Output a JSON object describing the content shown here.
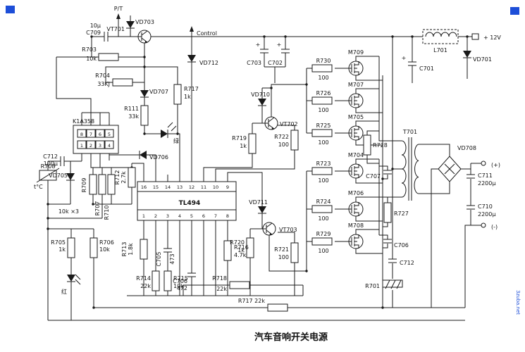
{
  "title": "汽车音响开关电源",
  "watermark": "3zuba.net",
  "colors": {
    "watermark_blue": "#1d4ed8",
    "ink": "#1a1a1a"
  },
  "labels": {
    "pt": "P/T",
    "control": "Control",
    "v12": "+ 12V",
    "out_pos": "(+)",
    "out_neg": "(-)",
    "green": "绿",
    "red": "红",
    "temp": "t°C",
    "tenk3": "10k ×3",
    "plus": "+"
  },
  "ics": {
    "k1a358": {
      "name": "K1A358",
      "pins_top": [
        "8",
        "7",
        "6",
        "5"
      ],
      "pins_bottom": [
        "1",
        "2",
        "3",
        "4"
      ]
    },
    "tl494": {
      "name": "TL494",
      "pins_top": [
        "16",
        "15",
        "14",
        "13",
        "12",
        "11",
        "10",
        "9"
      ],
      "pins_bottom": [
        "1",
        "2",
        "3",
        "4",
        "5",
        "6",
        "7",
        "8"
      ]
    }
  },
  "parts": {
    "vd703": "VD703",
    "c709": "C709",
    "c709_v": "10μ",
    "vt701": "VT701",
    "r703": "R703",
    "r703_v": "10k",
    "r704": "R704",
    "r704_v": "33KJ",
    "vd707": "VD707",
    "r711": "R111",
    "r711_v": "33k",
    "r717a": "R717",
    "r717a_v": "1k",
    "vd712": "VD712",
    "c703": "C703",
    "c702": "C702",
    "l701": "L701",
    "c701": "C701",
    "vd701": "VD701",
    "vd706": "VD706",
    "c712a": "C712",
    "c712a_v": "100μ",
    "vd705": "VD705",
    "r708": "R708",
    "r709": "R709",
    "r707": "R707",
    "r710": "R710",
    "r712": "R712",
    "r712_v": "2.7k",
    "r705": "R705",
    "r705_v": "1k",
    "r706": "R706",
    "r706_v": "10k",
    "r713": "R713",
    "r713_v": "1.8k",
    "r714": "R714",
    "r714_v": "22k",
    "r715": "R715",
    "r715_v": "10k",
    "c705": "C705",
    "c705_v": "473",
    "c706a": "C706",
    "c706a_v": "472",
    "r716": "R716",
    "r716_v": "4.7k",
    "r718": "R718",
    "r718_v": "22k",
    "r717b": "R717 22k",
    "vd710": "VD710",
    "vt702": "VT702",
    "r719": "R719",
    "r719_v": "1k",
    "r722": "R722",
    "r722_v": "100",
    "vd711": "VD711",
    "vt703": "VT703",
    "r720": "R720",
    "r720_v": "1k",
    "r721": "R721",
    "r721_v": "100",
    "r730": "R730",
    "r730_v": "100",
    "m709": "M709",
    "r726": "R726",
    "r726_v": "100",
    "m707": "M707",
    "r725": "R725",
    "r725_v": "100",
    "m705": "M705",
    "r728": "R728",
    "r723": "R723",
    "r723_v": "100",
    "m704": "M704",
    "r724": "R724",
    "r724_v": "100",
    "m706": "M706",
    "r727": "R727",
    "r729": "R729",
    "r729_v": "100",
    "m708": "M708",
    "c707": "C707",
    "c706b": "C706",
    "t701": "T701",
    "vd708": "VD708",
    "c711": "C711",
    "c711_v": "2200μ",
    "c710": "C710",
    "c710_v": "2200μ",
    "c712b": "C712",
    "r701": "R701"
  }
}
